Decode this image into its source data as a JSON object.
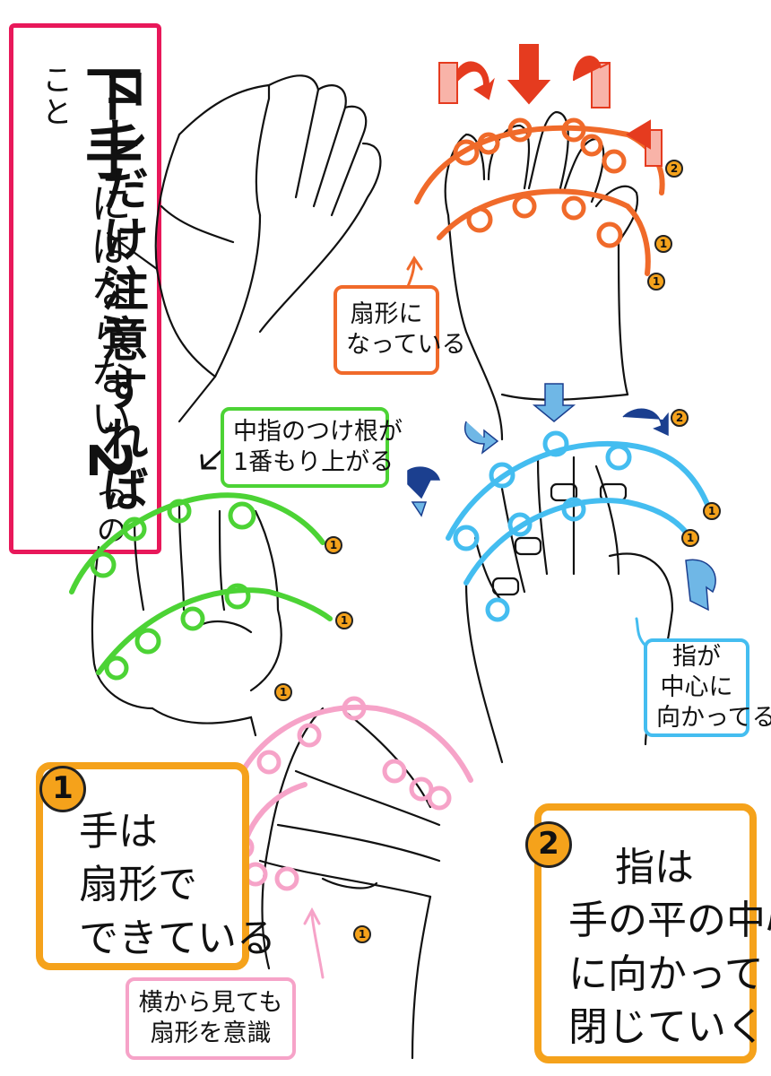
{
  "title": {
    "col1": "コレだけ注意すれば",
    "col2_big": "下手",
    "col2_mid": "にはならない",
    "col2_num": "2",
    "col2_tail": "つのこと"
  },
  "notes": {
    "orange": [
      "扇形に",
      "なっている"
    ],
    "green": [
      "中指のつけ根が",
      "1番もり上がる"
    ],
    "blue": [
      "指が",
      "中心に",
      "向かってる"
    ],
    "pink": [
      "横から見ても",
      "扇形を意識"
    ]
  },
  "box1": {
    "number": "1",
    "lines": [
      "手は",
      "扇形で",
      "できている"
    ]
  },
  "box2": {
    "number": "2",
    "lines": [
      "指は",
      "手の平の中心",
      "に向かって",
      "閉じていく"
    ]
  },
  "badges": [
    "1",
    "1",
    "2",
    "2",
    "1",
    "1",
    "1",
    "1",
    "1",
    "1"
  ],
  "colors": {
    "pink_frame": "#e8185a",
    "orange": "#f06a2a",
    "green": "#4cd335",
    "blue": "#44bdf0",
    "pink": "#f6a3c8",
    "box_frame": "#f5a21b",
    "arrow_red": "#e53b1f",
    "arrow_navy": "#1b3f8f"
  }
}
